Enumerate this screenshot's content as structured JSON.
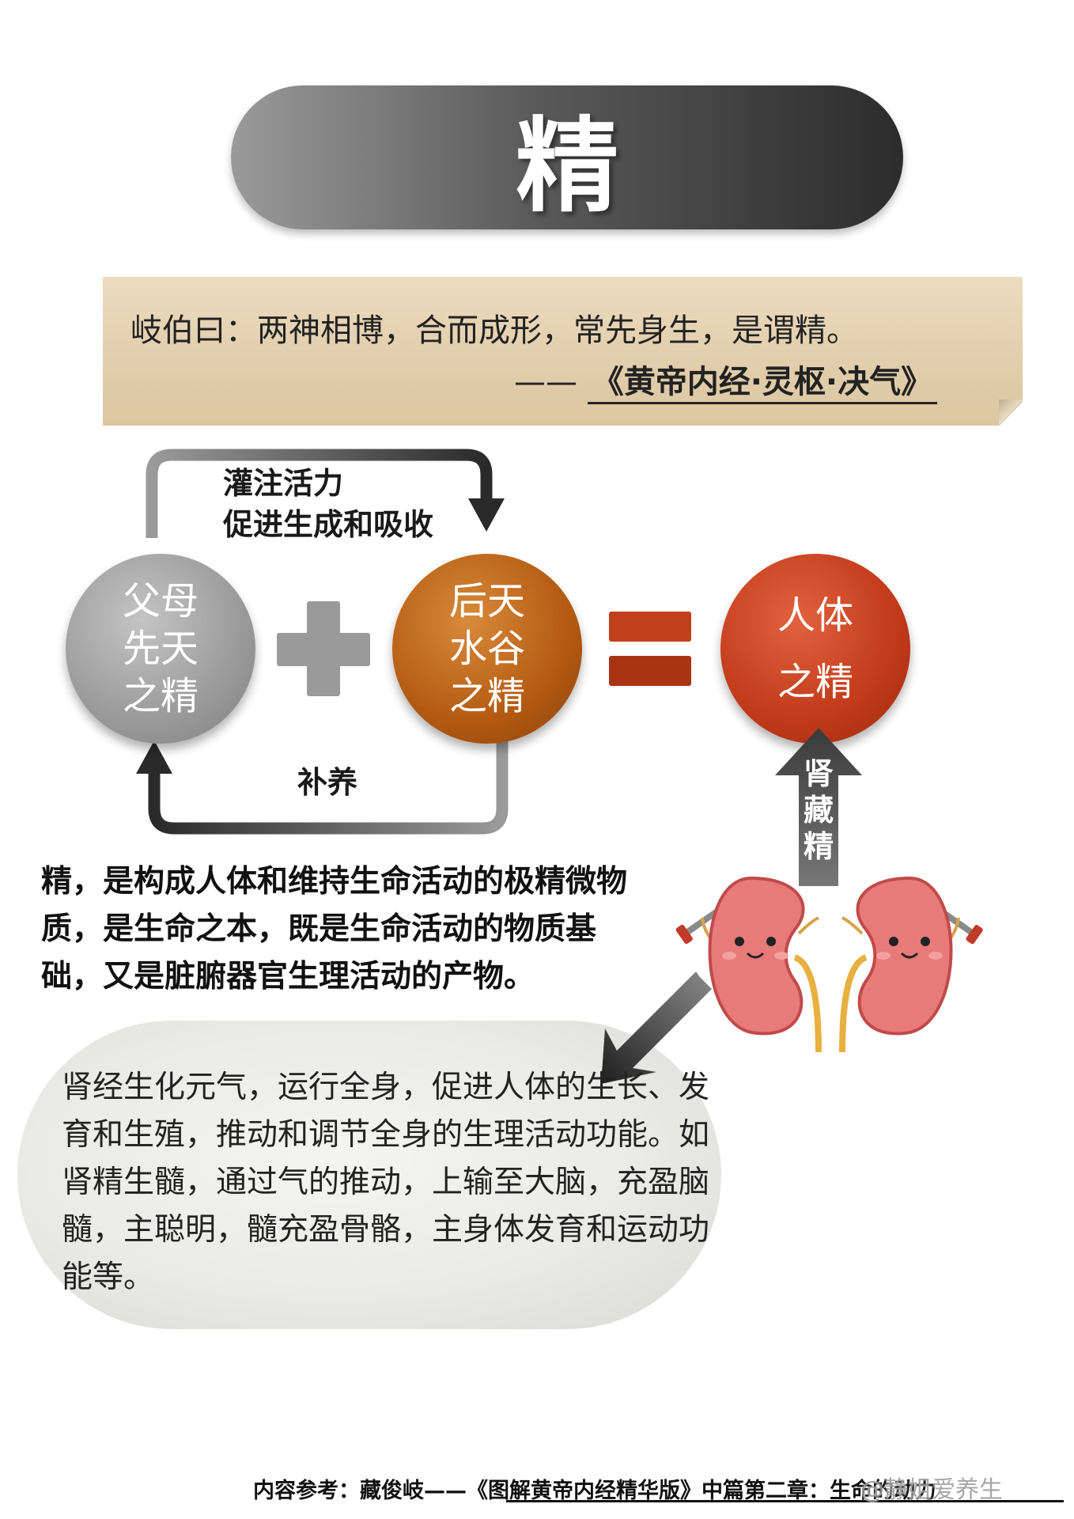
{
  "title": "精",
  "quote": {
    "text": "岐伯曰：两神相博，合而成形，常先身生，是谓精。",
    "dash": "——",
    "source": "《黄帝内经·灵枢·决气》"
  },
  "flow": {
    "top_label": "灌注活力\n促进生成和吸收",
    "bottom_label": "补养"
  },
  "circles": {
    "innate": "父母\n先天\n之精",
    "acquired": "后天\n水谷\n之精",
    "body": "人体\n之精"
  },
  "kidney_label": "肾\n藏\n精",
  "description": "精，是构成人体和维持生命活动的极精微物质，是生命之本，既是生命活动的物质基础，又是脏腑器官生理活动的产物。",
  "bubble_text": "肾经生化元气，运行全身，促进人体的生长、发育和生殖，推动和调节全身的生理活动功能。如肾精生髓，通过气的推动，上输至大脑，充盈脑髓，主聪明，髓充盈骨骼，主身体发育和运动功能等。",
  "footer": "内容参考：藏俊岐——《图解黄帝内经精华版》中篇第二章：生命的动力",
  "watermark": "@静姐爱养生",
  "colors": {
    "innate": "#9a9a9a",
    "acquired": "#b35a12",
    "body": "#c13a1a",
    "quote_paper": "#e3cfae"
  }
}
